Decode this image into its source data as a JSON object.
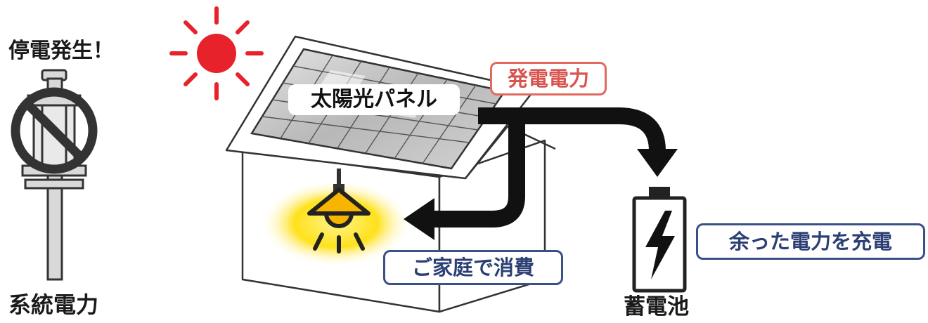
{
  "labels": {
    "outage": "停電発生！",
    "grid_power": "系統電力",
    "solar_panel": "太陽光パネル",
    "generated_power": "発電電力",
    "home_consumption": "ご家庭で消費",
    "battery": "蓄電池",
    "charge_surplus": "余った電力を充電"
  },
  "colors": {
    "sun": "#e8222a",
    "generated_power_border": "#e06a5c",
    "generated_power_text": "#d9534f",
    "info_border": "#3a5087",
    "info_text": "#2b3f74",
    "lamp_glow": "#ffe11a",
    "arrow": "#111111",
    "no_sign": "#333333"
  },
  "icons": {
    "sun": "sun-icon",
    "no_sign": "prohibited-icon",
    "lightning": "lightning-icon",
    "lamp": "lamp-icon"
  }
}
